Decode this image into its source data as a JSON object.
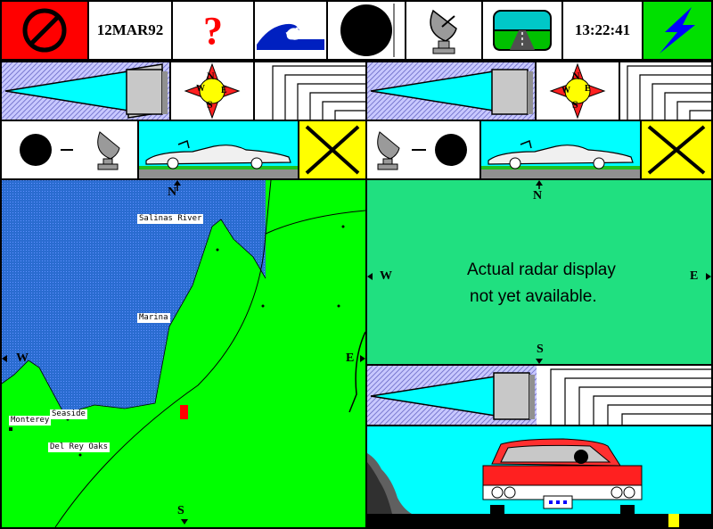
{
  "toolbar": {
    "date": "12MAR92",
    "help_symbol": "?",
    "time": "13:22:41",
    "icons": [
      "no-entry-icon",
      "help-icon",
      "sea-wave-icon",
      "planet-icon",
      "satellite-dish-icon",
      "road-view-icon",
      "lightning-icon"
    ]
  },
  "map": {
    "compass": {
      "north": "N",
      "south": "S",
      "west": "W",
      "east": "E"
    },
    "places": [
      "Salinas River",
      "Marina",
      "Seaside",
      "Monterey",
      "Del Rey Oaks"
    ]
  },
  "mini_compass": {
    "n": "N",
    "s": "S",
    "w": "W",
    "e": "E"
  },
  "radar": {
    "compass": {
      "north": "N",
      "south": "S",
      "west": "W",
      "east": "E"
    },
    "message_line1": "Actual radar display",
    "message_line2": "not yet available."
  },
  "colors": {
    "red": "#ff0000",
    "green": "#00ff00",
    "cyan": "#00ffff",
    "yellow": "#ffff00",
    "sea": "#2060c0",
    "radar_green": "#20e080",
    "grey": "#c8c8c8"
  }
}
